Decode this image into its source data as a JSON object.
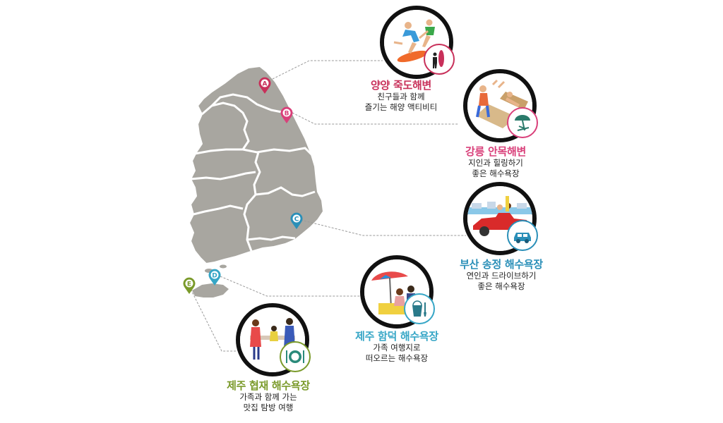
{
  "colors": {
    "land": "#a8a6a0",
    "border": "#ffffff",
    "leader": "#9a9a9a",
    "ring": "#111111",
    "A": "#c8305a",
    "B": "#d9407a",
    "C": "#2a8fb8",
    "D": "#36a6c6",
    "E": "#7a9a2a"
  },
  "markers": [
    {
      "key": "A",
      "letter": "A"
    },
    {
      "key": "B",
      "letter": "B"
    },
    {
      "key": "C",
      "letter": "C"
    },
    {
      "key": "D",
      "letter": "D"
    },
    {
      "key": "E",
      "letter": "E"
    }
  ],
  "destinations": [
    {
      "key": "A",
      "title": "양양 죽도해변",
      "desc1": "친구들과 함께",
      "desc2": "즐기는 해양 액티비티",
      "icon": "surfboard-icon",
      "scene": "surfers-scene"
    },
    {
      "key": "B",
      "title": "강릉 안목해변",
      "desc1": "지인과 힐링하기",
      "desc2": "좋은 해수욕장",
      "icon": "beach-umbrella-chair-icon",
      "scene": "sunbathers-scene"
    },
    {
      "key": "C",
      "title": "부산 송정 해수욕장",
      "desc1": "연인과 드라이브하기",
      "desc2": "좋은 해수욕장",
      "icon": "car-icon",
      "scene": "convertible-scene"
    },
    {
      "key": "D",
      "title": "제주 함덕 해수욕장",
      "desc1": "가족 여행지로",
      "desc2": "떠오르는 해수욕장",
      "icon": "sand-bucket-icon",
      "scene": "family-picnic-scene"
    },
    {
      "key": "E",
      "title": "제주 협재 해수욕장",
      "desc1": "가족과 함께 가는",
      "desc2": "맛집 탐방 여행",
      "icon": "dining-plate-icon",
      "scene": "family-dinner-scene"
    }
  ]
}
